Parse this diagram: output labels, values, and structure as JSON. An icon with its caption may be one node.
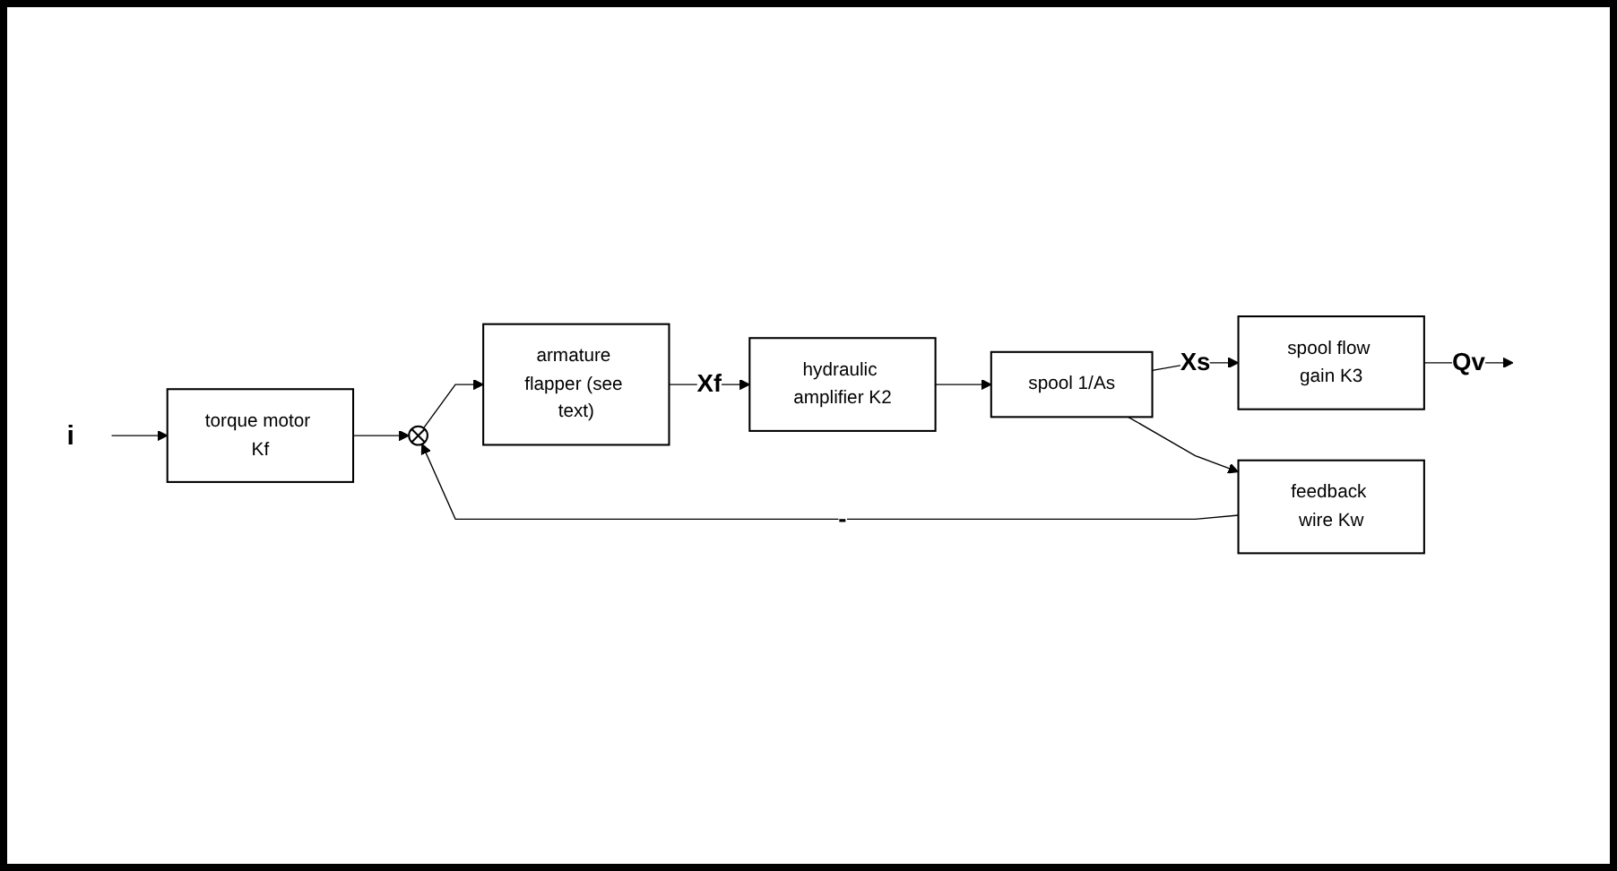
{
  "diagram": {
    "nodes": [
      {
        "text": [
          "i"
        ]
      },
      {
        "text": [
          "torque motor Kf"
        ]
      },
      {
        "text": [],
        "shape": "circle"
      },
      {
        "text": [
          "armature flapper (see text)"
        ]
      },
      {
        "text": [
          "hydraulic amplifier K2"
        ]
      },
      {
        "text": [
          "spool 1/As"
        ]
      },
      {
        "text": [
          "spool flow gain K3"
        ]
      },
      {
        "text": [
          "feedback wire Kw"
        ]
      }
    ],
    "edges": [
      {
        "from": 0,
        "to": 1,
        "arrow": "to"
      },
      {
        "from": 1,
        "to": 2,
        "arrow": "to"
      },
      {
        "from": 2,
        "to": 3,
        "arrow": "to"
      },
      {
        "from": 3,
        "to": 4,
        "arrow": "to",
        "label": "Xf"
      },
      {
        "from": 4,
        "to": 5,
        "arrow": "to"
      },
      {
        "from": 5,
        "to": 6,
        "arrow": "to",
        "label": "Xs"
      },
      {
        "from": 5,
        "to": 7,
        "arrow": "to"
      },
      {
        "from": 7,
        "to": 2,
        "arrow": "to",
        "label": "-"
      },
      {
        "from": 6,
        "to": null,
        "arrow": "to",
        "label": "Qv"
      }
    ]
  }
}
